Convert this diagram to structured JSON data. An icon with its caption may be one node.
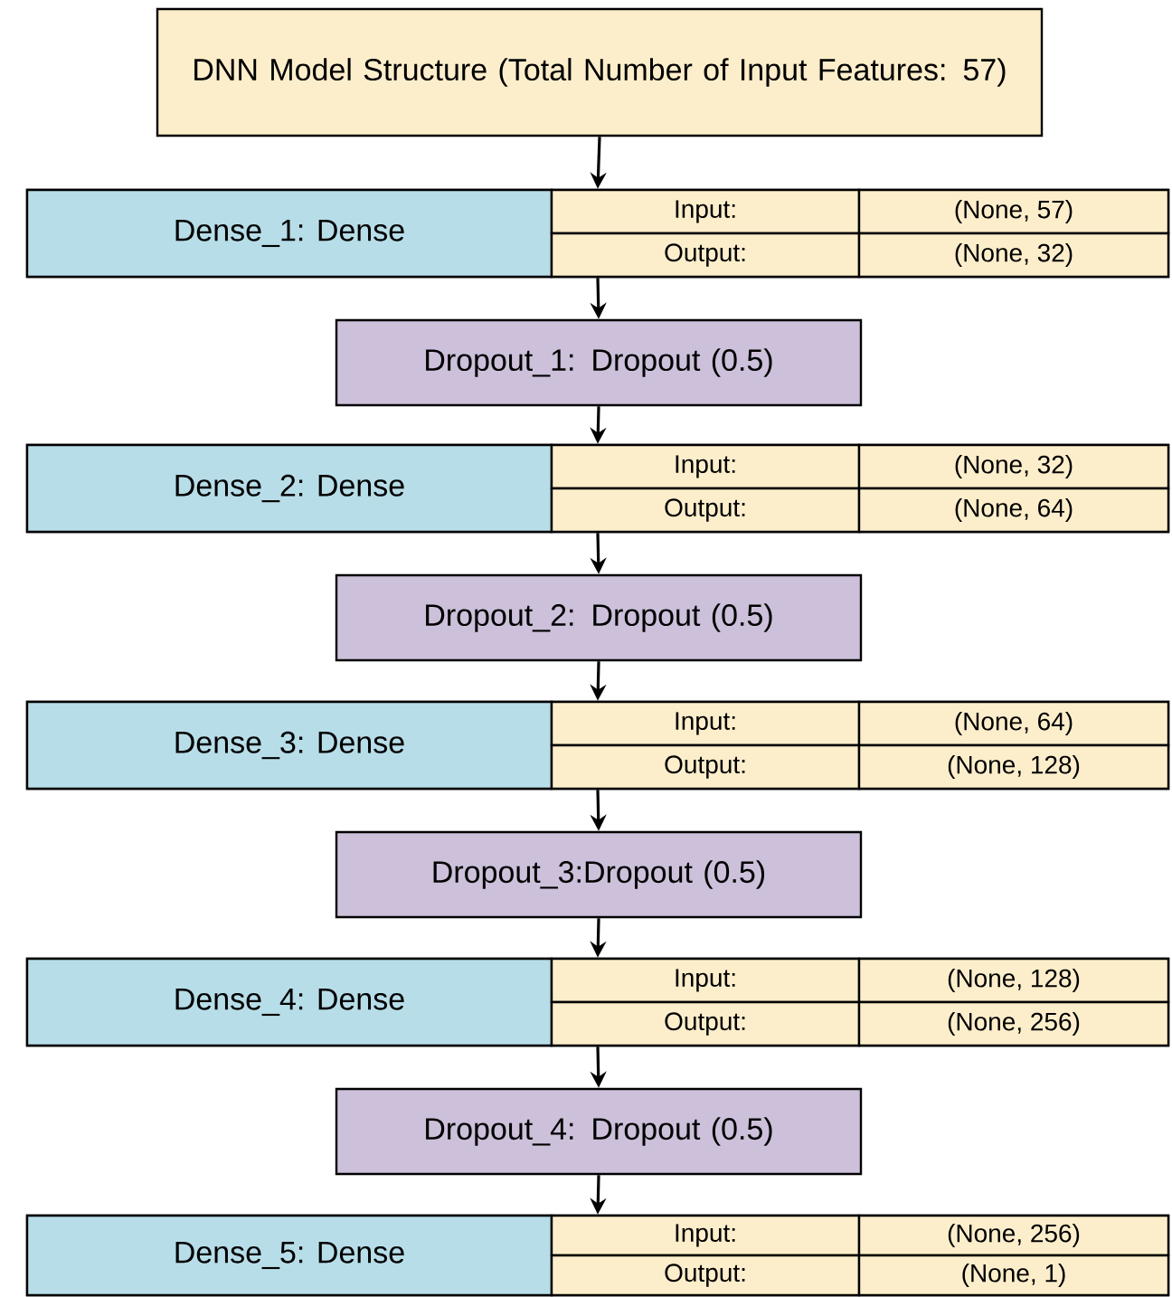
{
  "diagram": {
    "nodes": [
      {
        "text": [
          "DNN Model Structure (Total Number of Input Features: 57)"
        ]
      },
      {
        "text": [
          "Dense_1: Dense",
          "Input:",
          "(None, 57)",
          "Output:",
          "(None, 32)"
        ]
      },
      {
        "text": [
          "Dropout_1: Dropout (0.5)"
        ]
      },
      {
        "text": [
          "Dense_2: Dense",
          "Input:",
          "(None, 32)",
          "Output:",
          "(None, 64)"
        ]
      },
      {
        "text": [
          "Dropout_2: Dropout (0.5)"
        ]
      },
      {
        "text": [
          "Dense_3: Dense",
          "Input:",
          "(None, 64)",
          "Output:",
          "(None, 128)"
        ]
      },
      {
        "text": [
          "Dropout_3:Dropout (0.5)"
        ]
      },
      {
        "text": [
          "Dense_4: Dense",
          "Input:",
          "(None, 128)",
          "Output:",
          "(None, 256)"
        ]
      },
      {
        "text": [
          "Dropout_4: Dropout (0.5)"
        ]
      },
      {
        "text": [
          "Dense_5: Dense",
          "Input:",
          "(None, 256)",
          "Output:",
          "(None, 1)"
        ]
      }
    ],
    "edges": [
      {
        "from": 0,
        "to": 1,
        "arrow": "to"
      },
      {
        "from": 1,
        "to": 2,
        "arrow": "to"
      },
      {
        "from": 2,
        "to": 3,
        "arrow": "to"
      },
      {
        "from": 3,
        "to": 4,
        "arrow": "to"
      },
      {
        "from": 4,
        "to": 5,
        "arrow": "to"
      },
      {
        "from": 5,
        "to": 6,
        "arrow": "to"
      },
      {
        "from": 6,
        "to": 7,
        "arrow": "to"
      },
      {
        "from": 7,
        "to": 8,
        "arrow": "to"
      },
      {
        "from": 8,
        "to": 9,
        "arrow": "to"
      }
    ]
  }
}
